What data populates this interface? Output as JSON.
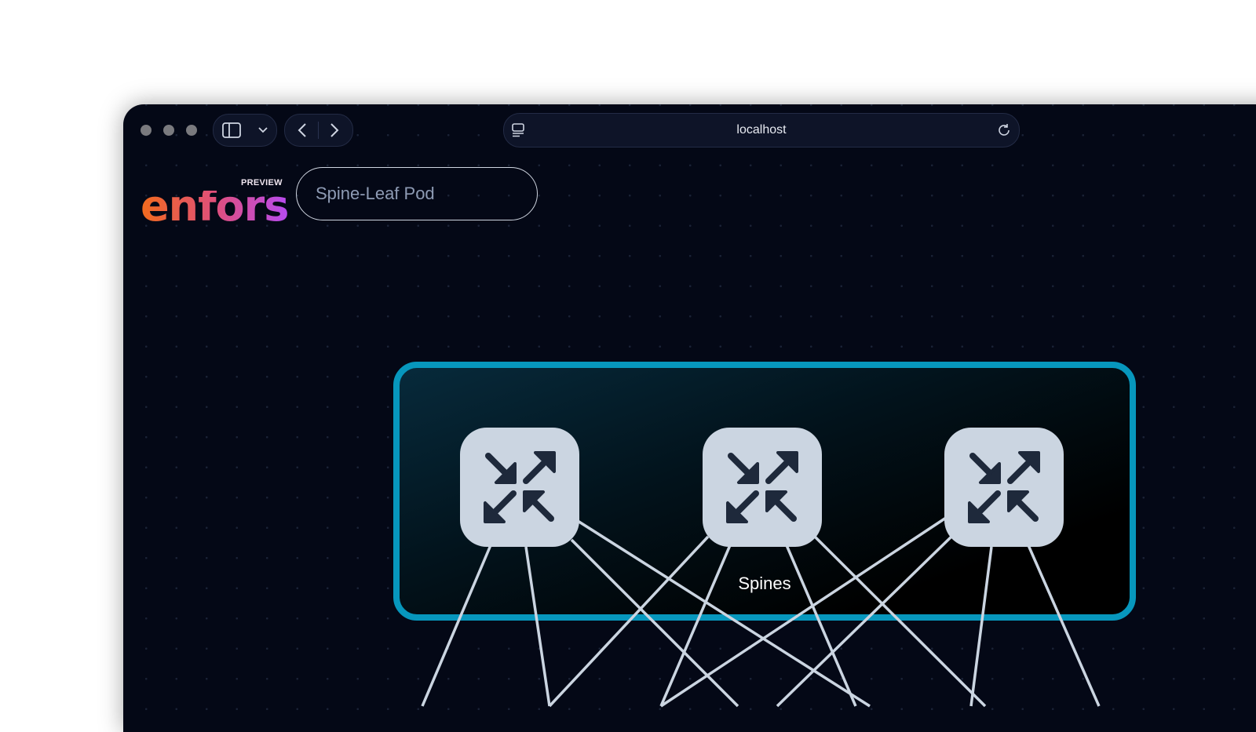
{
  "browser": {
    "url": "localhost"
  },
  "app": {
    "logo": "enfors",
    "badge": "PREVIEW",
    "diagram_title": "Spine-Leaf Pod"
  },
  "group": {
    "label": "Spines",
    "color": "#0797bd"
  },
  "nodes": [
    {
      "type": "switch"
    },
    {
      "type": "switch"
    },
    {
      "type": "switch"
    }
  ]
}
